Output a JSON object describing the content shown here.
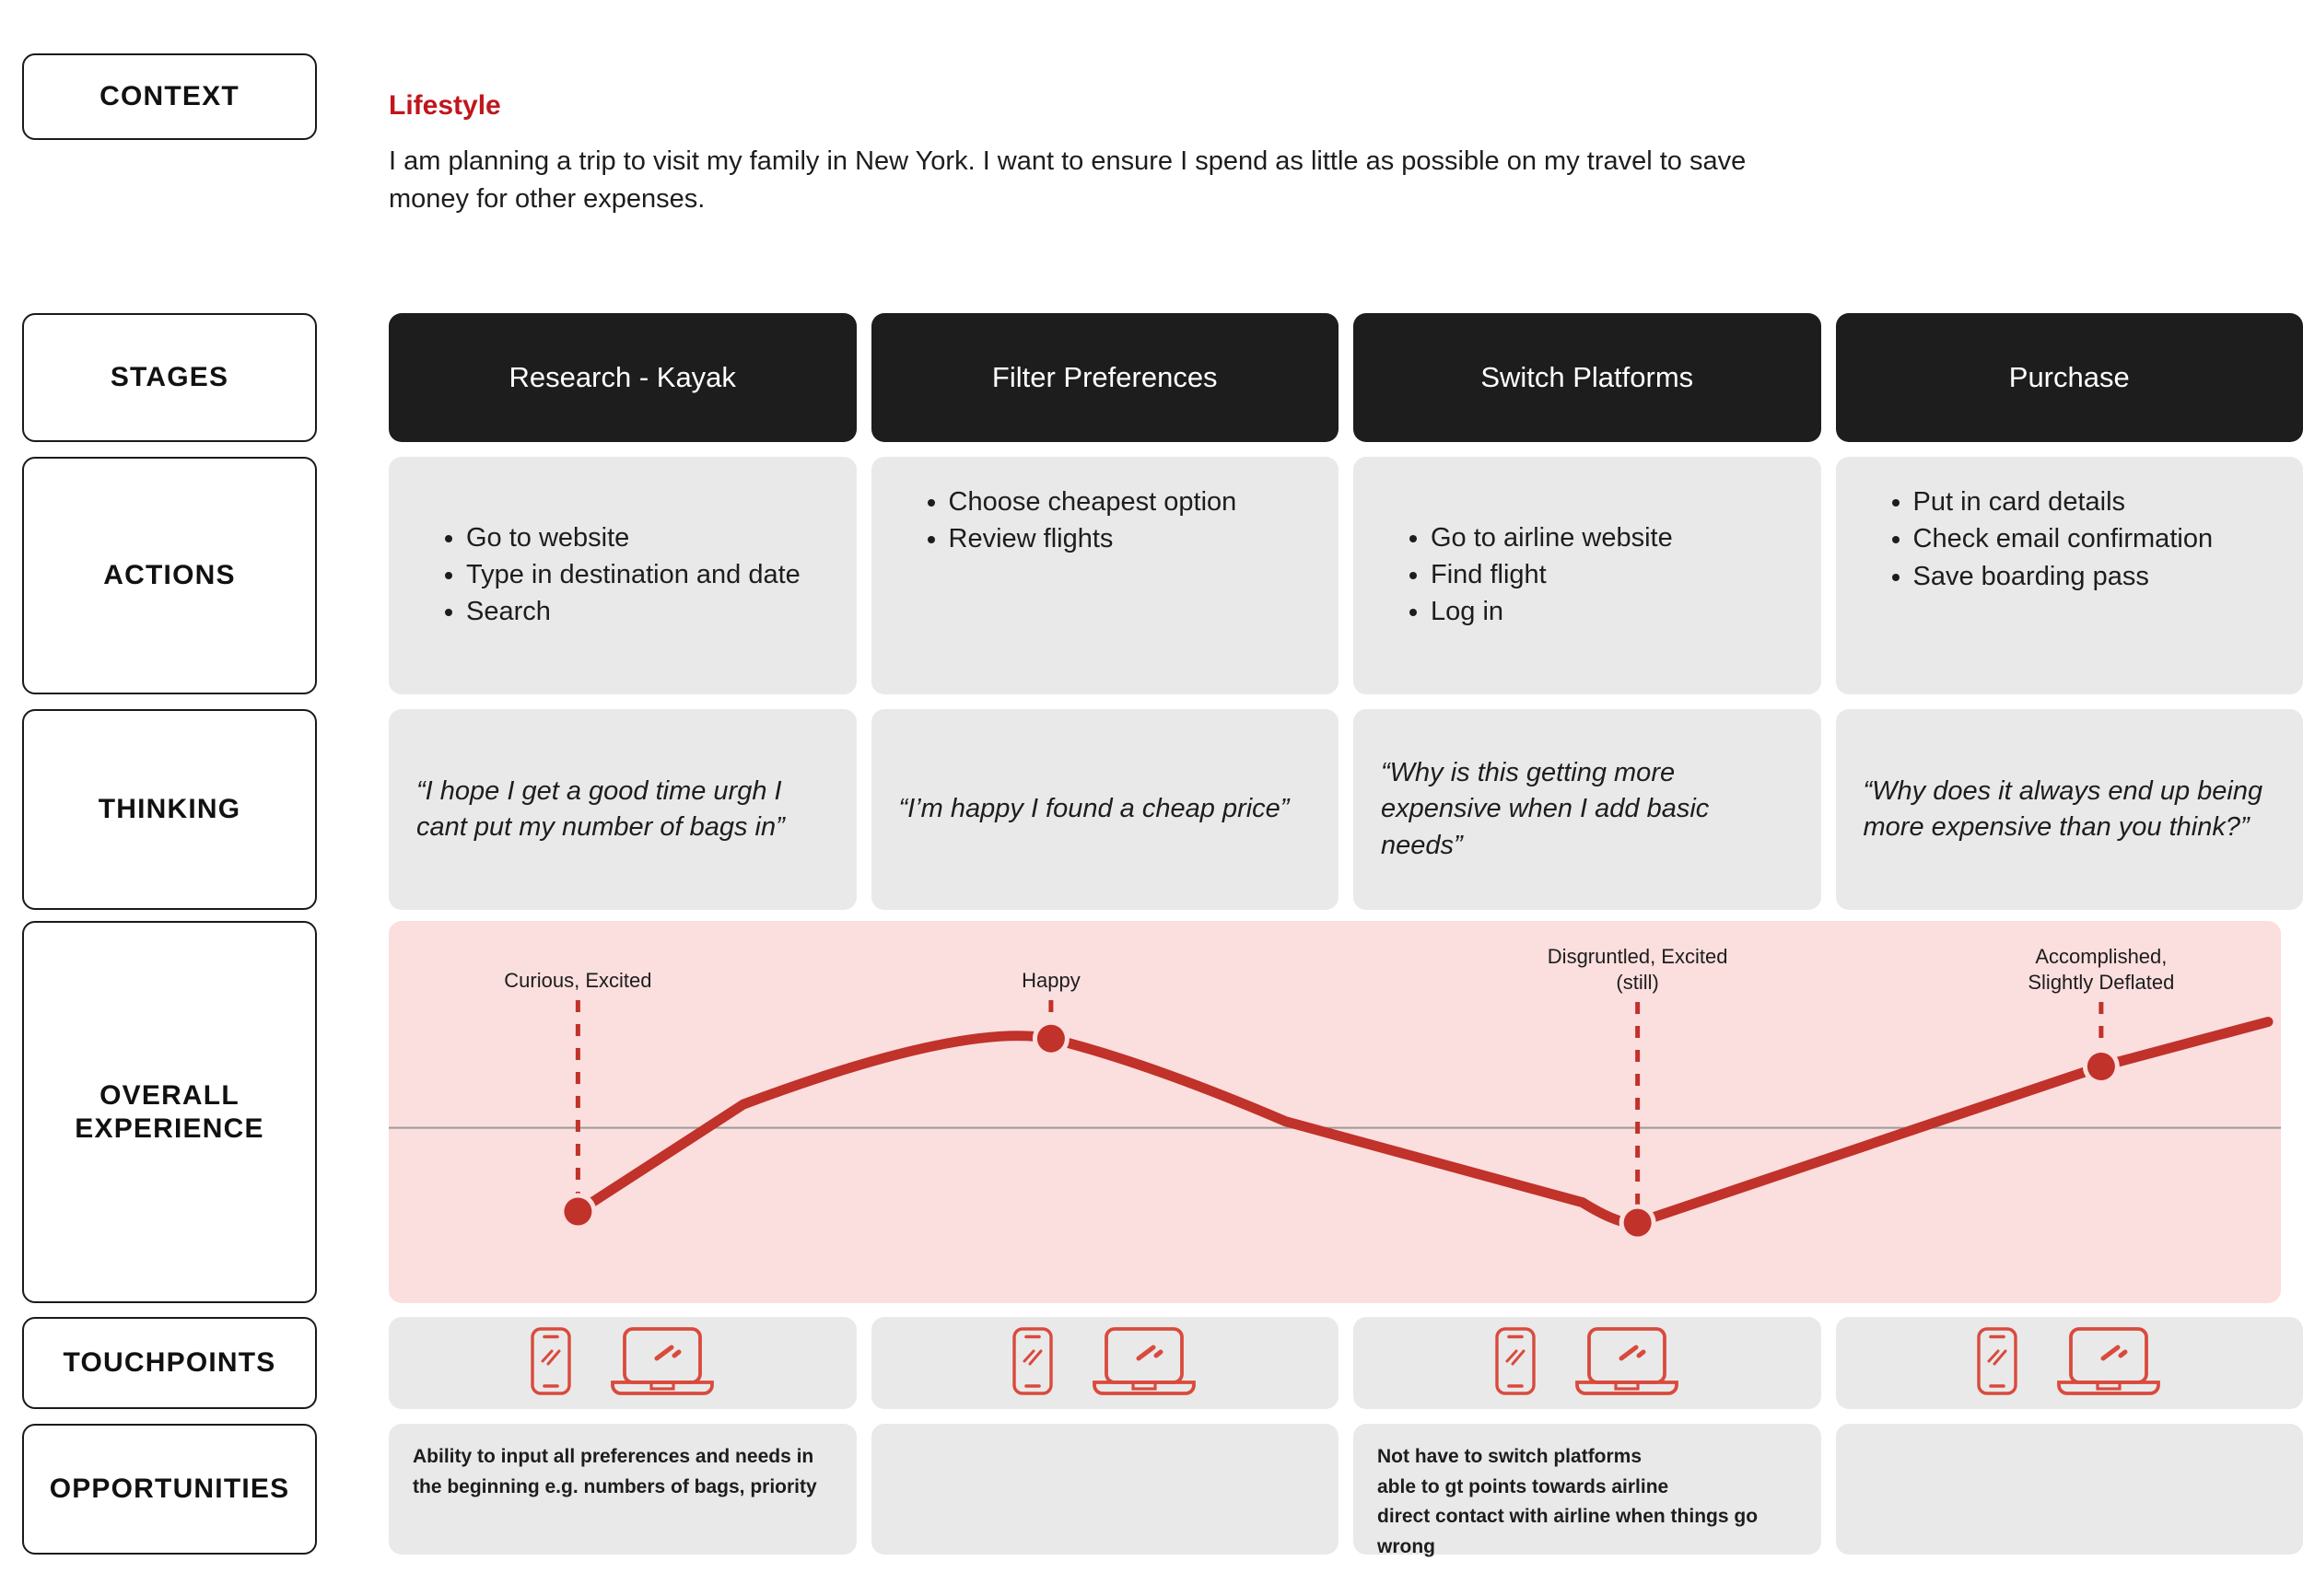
{
  "sidebar": {
    "rows": [
      {
        "key": "context",
        "label": "CONTEXT"
      },
      {
        "key": "stages",
        "label": "STAGES"
      },
      {
        "key": "actions",
        "label": "ACTIONS"
      },
      {
        "key": "thinking",
        "label": "THINKING"
      },
      {
        "key": "experience",
        "label": "OVERALL\nEXPERIENCE",
        "line1": "OVERALL",
        "line2": "EXPERIENCE"
      },
      {
        "key": "touchpoints",
        "label": "TOUCHPOINTS"
      },
      {
        "key": "opportunities",
        "label": "OPPORTUNITIES"
      }
    ]
  },
  "context": {
    "title": "Lifestyle",
    "body": "I am planning a trip to visit my family in New York. I want to ensure I spend as little as possible on my travel to save money for other expenses."
  },
  "stages": [
    {
      "label": "Research - Kayak"
    },
    {
      "label": "Filter Preferences"
    },
    {
      "label": "Switch Platforms"
    },
    {
      "label": "Purchase"
    }
  ],
  "actions": [
    {
      "items": [
        "Go to website",
        "Type in destination and date",
        "Search"
      ]
    },
    {
      "items": [
        "Choose cheapest option",
        "Review flights"
      ]
    },
    {
      "items": [
        "Go to airline website",
        "Find flight",
        "Log in"
      ]
    },
    {
      "items": [
        "Put in card details",
        "Check email confirmation",
        "Save boarding pass"
      ]
    }
  ],
  "thinking": [
    {
      "quote": "“I hope I get a good time urgh I cant put my number of bags in”"
    },
    {
      "quote": "“I’m happy I found a cheap price”"
    },
    {
      "quote": "“Why is this getting more expensive when I add basic needs”"
    },
    {
      "quote": "“Why does it always end up being more expensive than you think?”"
    }
  ],
  "touchpoints": [
    {
      "icons": [
        "mobile-phone-icon",
        "laptop-icon"
      ]
    },
    {
      "icons": [
        "mobile-phone-icon",
        "laptop-icon"
      ]
    },
    {
      "icons": [
        "mobile-phone-icon",
        "laptop-icon"
      ]
    },
    {
      "icons": [
        "mobile-phone-icon",
        "laptop-icon"
      ]
    }
  ],
  "opportunities": [
    {
      "text": "Ability to input all preferences and needs in the beginning e.g. numbers of bags, priority"
    },
    {
      "text": ""
    },
    {
      "text": "Not have to switch platforms\nable to gt points towards airline\ndirect contact with airline when things go wrong"
    },
    {
      "text": ""
    }
  ],
  "colors": {
    "accent_red": "#C0161C",
    "curve_red": "#C0322A",
    "icon_red": "#D94A3D",
    "chart_bg": "#FBDEDE",
    "card_gray": "#e9e9e9",
    "stage_black": "#1d1d1d",
    "baseline_gray": "#9a9a9a"
  },
  "chart_data": {
    "type": "line",
    "title": "Overall Experience",
    "xlabel": "",
    "ylabel": "",
    "grid": false,
    "legend": "none",
    "baseline_y": 0,
    "ylim": [
      -1.2,
      1.4
    ],
    "categories": [
      "Research - Kayak",
      "Filter Preferences",
      "Switch Platforms",
      "Purchase"
    ],
    "points": [
      {
        "stage": "Research - Kayak",
        "x": 0.1,
        "y": -0.75,
        "label": "Curious, Excited",
        "label_lines": [
          "Curious, Excited"
        ]
      },
      {
        "stage": "Filter Preferences",
        "x": 0.35,
        "y": 0.8,
        "label": "Happy",
        "label_lines": [
          "Happy"
        ]
      },
      {
        "stage": "Switch Platforms",
        "x": 0.66,
        "y": -0.85,
        "label": "Disgruntled, Excited (still)",
        "label_lines": [
          "Disgruntled, Excited",
          "(still)"
        ]
      },
      {
        "stage": "Purchase",
        "x": 0.905,
        "y": 0.55,
        "label": "Accomplished, Slightly Deflated",
        "label_lines": [
          "Accomplished,",
          "Slightly Deflated"
        ]
      }
    ],
    "line_end": {
      "x": 1.0,
      "y": 0.95
    }
  }
}
